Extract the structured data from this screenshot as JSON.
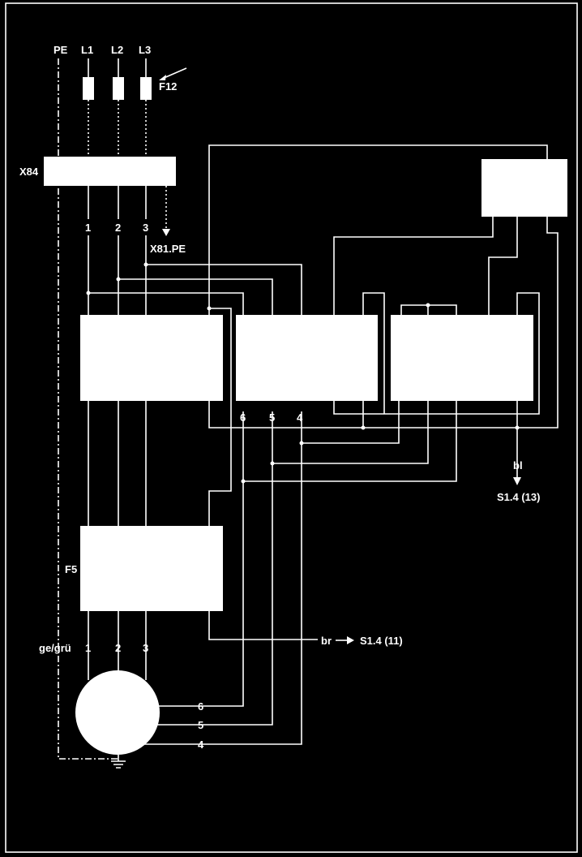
{
  "diagram": {
    "background": "#000000",
    "foreground": "#ffffff",
    "phase_labels": [
      "PE",
      "L1",
      "L2",
      "L3"
    ],
    "fuse_label": "F12",
    "terminal_strip_label": "X84",
    "terminal_numbers_top": [
      "1",
      "2",
      "3"
    ],
    "pe_reference": "X81.PE",
    "module_terminals": [
      "6",
      "5",
      "4"
    ],
    "output_wire_bl": "bl",
    "output_ref_13": "S1.4 (13)",
    "protection_label": "F5",
    "motor_pe_wire": "ge/grü",
    "motor_terminals": [
      "1",
      "2",
      "3"
    ],
    "output_wire_br": "br",
    "output_ref_11": "S1.4 (11)",
    "motor_leads": [
      "6",
      "5",
      "4"
    ]
  }
}
